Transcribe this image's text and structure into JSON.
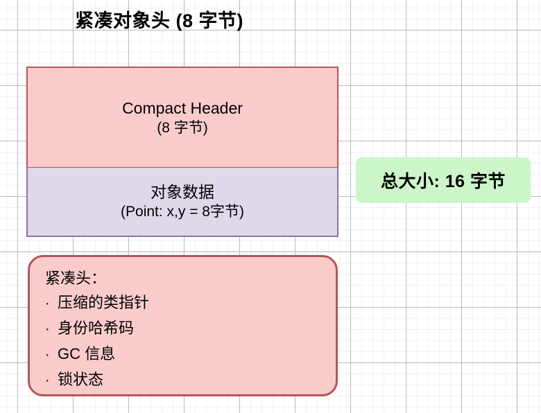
{
  "title": "紧凑对象头 (8 字节)",
  "memory_layout": {
    "blocks": [
      {
        "name": "compact-header",
        "line1": "Compact Header",
        "line2": "(8 字节)",
        "fill": "#f9cccb",
        "border": "#b5535a"
      },
      {
        "name": "object-data",
        "line1": "对象数据",
        "line2": "(Point: x,y = 8字节)",
        "fill": "#ded8e9",
        "border": "#8f70ad"
      }
    ]
  },
  "total_badge": {
    "label": "总大小: 16 字节",
    "fill": "#ccf6c9"
  },
  "details": {
    "heading": "紧凑头：",
    "bullet": "·",
    "items": [
      "压缩的类指针",
      "身份哈希码",
      "GC 信息",
      "锁状态"
    ],
    "fill": "#f9cccb",
    "border": "#b5535a"
  }
}
